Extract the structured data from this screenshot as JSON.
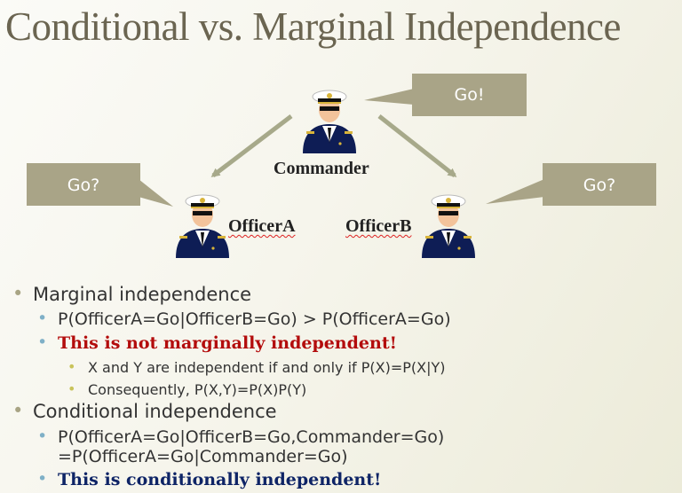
{
  "title": "Conditional vs. Marginal Independence",
  "diagram": {
    "nodes": {
      "commander": "Commander",
      "officer_a": "OfficerA",
      "officer_b": "OfficerB"
    },
    "callouts": {
      "commander": "Go!",
      "officer_a": "Go?",
      "officer_b": "Go?"
    }
  },
  "bullets": {
    "marginal": {
      "heading": "Marginal independence",
      "formula": "P(OfficerA=Go|OfficerB=Go) > P(OfficerA=Go)",
      "verdict": "This is not marginally independent!",
      "note1": "X and Y are independent if and only if P(X)=P(X|Y)",
      "note2": "Consequently, P(X,Y)=P(X)P(Y)"
    },
    "conditional": {
      "heading": "Conditional independence",
      "formula_line1": "P(OfficerA=Go|OfficerB=Go,Commander=Go)",
      "formula_line2": "=P(OfficerA=Go|Commander=Go)",
      "verdict": "This is conditionally independent!"
    }
  },
  "colors": {
    "title": "#6b6551",
    "callout_fill": "#a9a487",
    "arrow": "#a7a98a",
    "verdict_negative": "#b30c0c",
    "verdict_positive": "#0e2466"
  }
}
